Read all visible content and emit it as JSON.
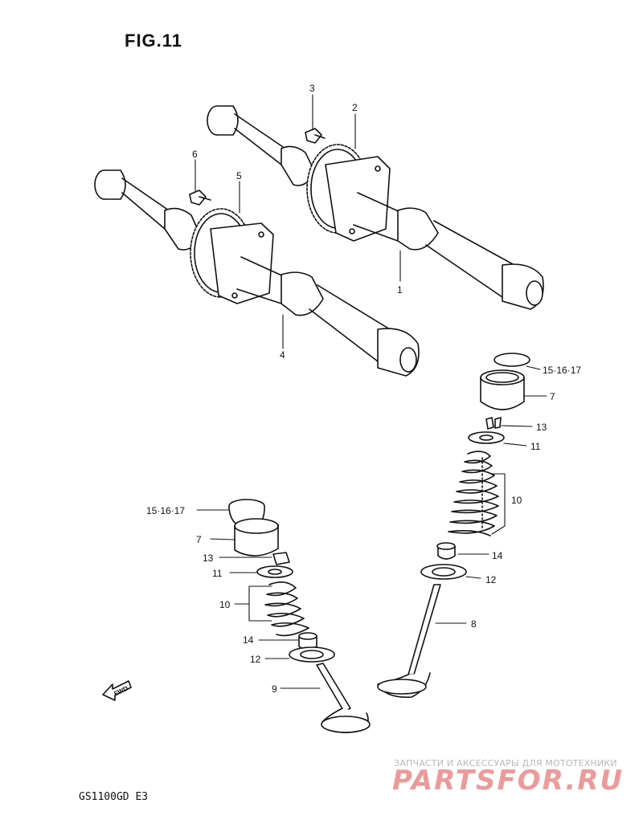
{
  "figure": {
    "title": "FIG.11",
    "model": "GS1100GD E3",
    "fwd_label": "FWD"
  },
  "watermark": {
    "tagline": "ЗАПЧАСТИ И АКСЕССУАРЫ ДЛЯ МОТОТЕХНИКИ",
    "logo": "PARTSFOR.RU"
  },
  "callouts": {
    "c1": "1",
    "c2": "2",
    "c3": "3",
    "c4": "4",
    "c5": "5",
    "c6": "6",
    "c7a": "7",
    "c7b": "7",
    "c8": "8",
    "c9": "9",
    "c10a": "10",
    "c10b": "10",
    "c11a": "11",
    "c11b": "11",
    "c12a": "12",
    "c12b": "12",
    "c13a": "13",
    "c13b": "13",
    "c14a": "14",
    "c14b": "14",
    "c15a": "15·16·17",
    "c15b": "15·16·17"
  },
  "colors": {
    "ink": "#111111",
    "paper": "#ffffff",
    "watermark": "#ec9a9a"
  }
}
